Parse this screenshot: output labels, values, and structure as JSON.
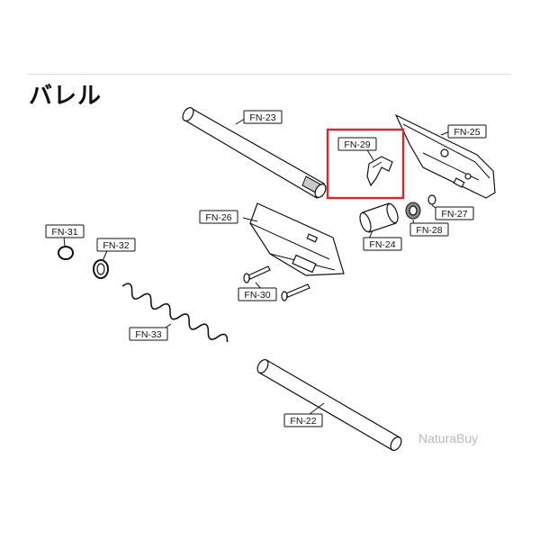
{
  "page": {
    "title": "バレル",
    "watermark": "NaturaBuy"
  },
  "parts": [
    {
      "id": "FN-23",
      "label": "FN-23"
    },
    {
      "id": "FN-25",
      "label": "FN-25"
    },
    {
      "id": "FN-29",
      "label": "FN-29"
    },
    {
      "id": "FN-26",
      "label": "FN-26"
    },
    {
      "id": "FN-24",
      "label": "FN-24"
    },
    {
      "id": "FN-27",
      "label": "FN-27"
    },
    {
      "id": "FN-28",
      "label": "FN-28"
    },
    {
      "id": "FN-31",
      "label": "FN-31"
    },
    {
      "id": "FN-32",
      "label": "FN-32"
    },
    {
      "id": "FN-30",
      "label": "FN-30"
    },
    {
      "id": "FN-33",
      "label": "FN-33"
    },
    {
      "id": "FN-22",
      "label": "FN-22"
    }
  ],
  "highlight": {
    "part": "FN-29",
    "color": "#d6282e"
  }
}
